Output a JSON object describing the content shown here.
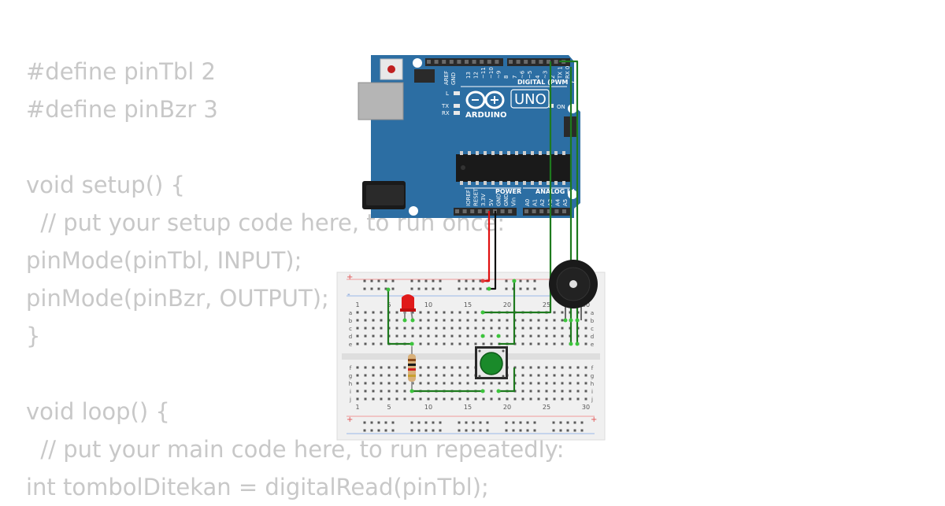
{
  "code": {
    "lines": [
      "#define pinTbl 2",
      "#define pinBzr 3",
      "",
      "void setup() {",
      "  // put your setup code here, to run once:",
      "pinMode(pinTbl, INPUT);",
      "pinMode(pinBzr, OUTPUT);",
      "}",
      "",
      "void loop() {",
      "  // put your main code here, to run repeatedly:",
      "int tombolDitekan = digitalRead(pinTbl);"
    ]
  },
  "arduino": {
    "board_name": "UNO",
    "brand": "ARDUINO",
    "digital_label": "DIGITAL (PWM ~)",
    "aref": "AREF",
    "gnd": "GND",
    "digital_pins": [
      "13",
      "12",
      "~11",
      "~10",
      "~9",
      "8",
      "7",
      "~6",
      "~5",
      "4",
      "~3",
      "2",
      "TX 1",
      "RX 0"
    ],
    "led_l": "L",
    "led_tx": "TX",
    "led_rx": "RX",
    "on_label": "ON",
    "power_label": "POWER",
    "analog_label": "ANALOG IN",
    "power_pins": [
      "IOREF",
      "RESET",
      "3.3V",
      "5V",
      "GND",
      "GND",
      "Vin"
    ],
    "analog_pins": [
      "A0",
      "A1",
      "A2",
      "A3",
      "A4",
      "A5"
    ]
  },
  "breadboard": {
    "col_labels": [
      "1",
      "5",
      "10",
      "15",
      "20",
      "25",
      "30"
    ],
    "row_labels_top": [
      "a",
      "b",
      "c",
      "d",
      "e"
    ],
    "row_labels_bottom": [
      "f",
      "g",
      "h",
      "i",
      "j"
    ],
    "rail_plus": "+",
    "rail_minus": "-"
  },
  "colors": {
    "board": "#2c6ea3",
    "wire_green": "#1e7a1e",
    "wire_red": "#e01010",
    "wire_black": "#111111",
    "led": "#e01a1a",
    "button_cap": "#1a8a2a"
  }
}
